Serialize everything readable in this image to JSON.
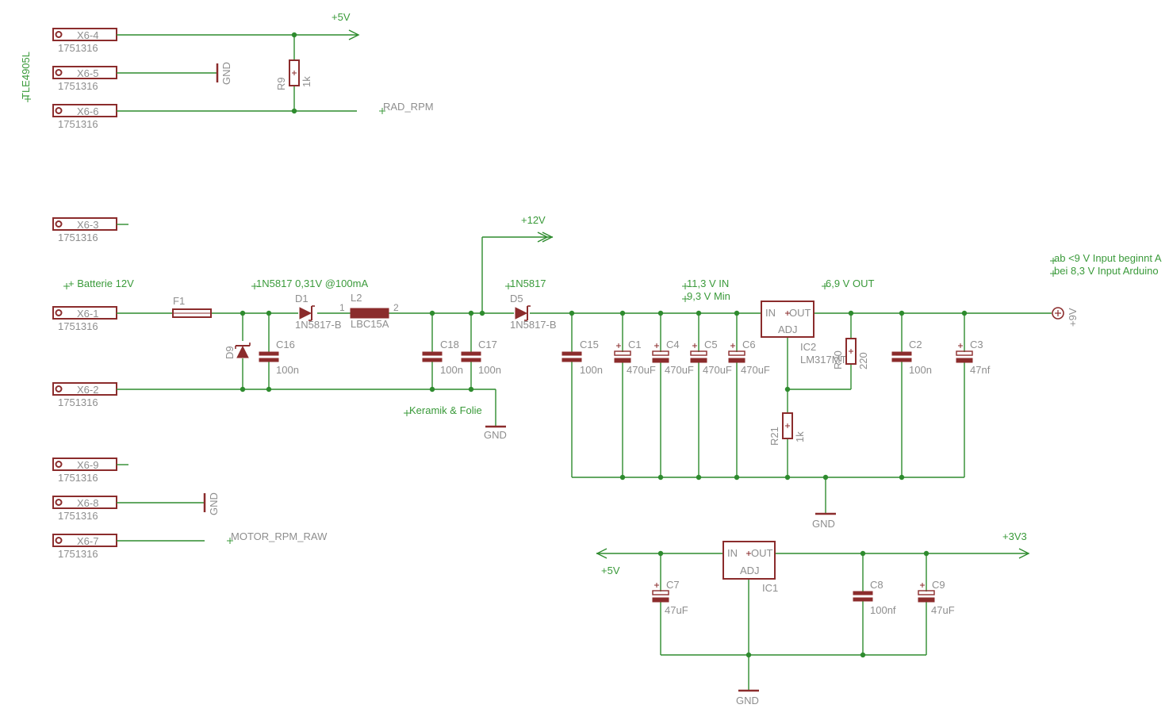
{
  "colors": {
    "wire": "#2e8b2e",
    "part": "#8b2c2c",
    "label": "#8e8e8e",
    "net": "#3a9a3a"
  },
  "connectors": [
    {
      "name": "X6-4",
      "part": "1751316"
    },
    {
      "name": "X6-5",
      "part": "1751316"
    },
    {
      "name": "X6-6",
      "part": "1751316"
    },
    {
      "name": "X6-3",
      "part": "1751316"
    },
    {
      "name": "X6-1",
      "part": "1751316"
    },
    {
      "name": "X6-2",
      "part": "1751316"
    },
    {
      "name": "X6-9",
      "part": "1751316"
    },
    {
      "name": "X6-8",
      "part": "1751316"
    },
    {
      "name": "X6-7",
      "part": "1751316"
    }
  ],
  "texts": {
    "tle": "TLE4905L",
    "plus5v_top": "+5V",
    "gnd": "GND",
    "r9": "R9",
    "r9_val": "1k",
    "rad_rpm": "RAD_RPM",
    "plus12v": "+12V",
    "batterie": "+ Batterie 12V",
    "d1_note": "1N5817 0,31V @100mA",
    "d5_note": "1N5817",
    "in_note1": "11,3 V IN",
    "in_note2": "9,3 V Min",
    "out_note": "6,9 V OUT",
    "ab_note1": "ab <9 V Input beginnt A",
    "ab_note2": "bei 8,3 V Input Arduino",
    "plus9v": "+9V",
    "f1": "F1",
    "d1": "D1",
    "d1_val": "1N5817-B",
    "l2": "L2",
    "l2_val": "LBC15A",
    "pin1": "1",
    "pin2": "2",
    "d5": "D5",
    "d5_val": "1N5817-B",
    "d9": "D9",
    "c16": "C16",
    "c18": "C18",
    "c17": "C17",
    "c15": "C15",
    "c1": "C1",
    "c4": "C4",
    "c5": "C5",
    "c6": "C6",
    "c2": "C2",
    "c3": "C3",
    "c7": "C7",
    "c8": "C8",
    "c9": "C9",
    "v100n": "100n",
    "v470uf": "470uF",
    "v47nf": "47nf",
    "v47uf": "47uF",
    "v100nf": "100nf",
    "ic2": "IC2",
    "ic2_val": "LM317MT",
    "ic1": "IC1",
    "pin_in": "IN",
    "pin_out": "OUT",
    "pin_adj": "ADJ",
    "r20": "R20",
    "r20_val": "220",
    "r21": "R21",
    "r21_val": "1k",
    "keramik": "Keramik & Folie",
    "motor": "MOTOR_RPM_RAW",
    "plus5v_bottom": "+5V",
    "plus3v3": "+3V3"
  }
}
